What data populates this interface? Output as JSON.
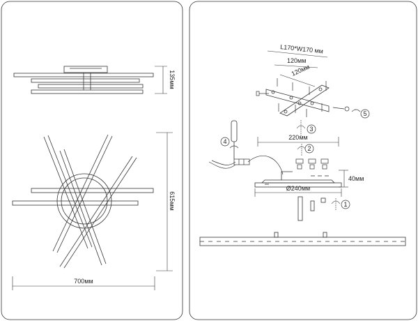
{
  "left_panel": {
    "dimensions": {
      "height_side": "135мм",
      "height_top": "615мм",
      "width_top": "700мм"
    }
  },
  "right_panel": {
    "dimensions": {
      "bracket_size": "L170*W170 мм",
      "arm_a": "120мм",
      "arm_b": "120мм",
      "span": "220мм",
      "base_diameter": "Ø240мм",
      "base_height": "40мм"
    },
    "steps": [
      "1",
      "2",
      "3",
      "4",
      "5"
    ]
  }
}
